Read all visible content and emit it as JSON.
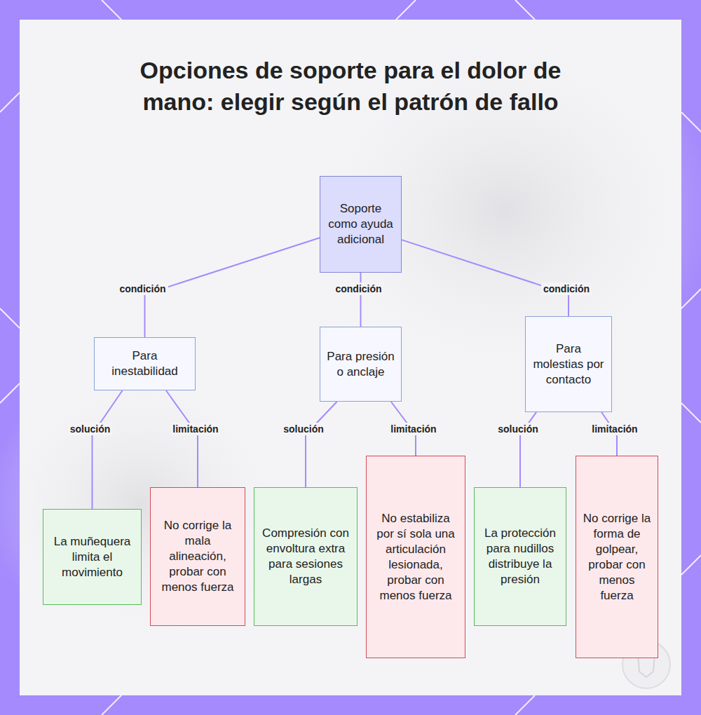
{
  "diagram": {
    "title": "Opciones de soporte para el dolor de mano: elegir según el patrón de fallo",
    "nodes": [
      {
        "text": [
          "Soporte como ayuda adicional"
        ]
      },
      {
        "text": [
          "Para inestabilidad"
        ]
      },
      {
        "text": [
          "Para presión o anclaje"
        ]
      },
      {
        "text": [
          "Para molestias por contacto"
        ]
      },
      {
        "text": [
          "La muñequera limita el movimiento"
        ]
      },
      {
        "text": [
          "No corrige la mala alineación, probar con menos fuerza"
        ]
      },
      {
        "text": [
          "Compresión con envoltura extra para sesiones largas"
        ]
      },
      {
        "text": [
          "No estabiliza por sí sola una articulación lesionada, probar con menos fuerza"
        ]
      },
      {
        "text": [
          "La protección para nudillos distribuye la presión"
        ]
      },
      {
        "text": [
          "No corrige la forma de golpear, probar con menos fuerza"
        ]
      }
    ],
    "edges": [
      {
        "from": 0,
        "to": 1,
        "label": "condición",
        "arrow": "none"
      },
      {
        "from": 0,
        "to": 2,
        "label": "condición",
        "arrow": "none"
      },
      {
        "from": 0,
        "to": 3,
        "label": "condición",
        "arrow": "none"
      },
      {
        "from": 1,
        "to": 4,
        "label": "solución",
        "arrow": "none"
      },
      {
        "from": 1,
        "to": 5,
        "label": "limitación",
        "arrow": "none"
      },
      {
        "from": 2,
        "to": 6,
        "label": "solución",
        "arrow": "none"
      },
      {
        "from": 2,
        "to": 7,
        "label": "limitación",
        "arrow": "none"
      },
      {
        "from": 3,
        "to": 8,
        "label": "solución",
        "arrow": "none"
      },
      {
        "from": 3,
        "to": 9,
        "label": "limitación",
        "arrow": "none"
      }
    ]
  }
}
